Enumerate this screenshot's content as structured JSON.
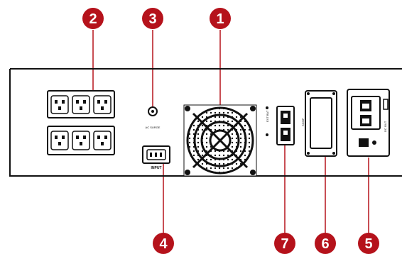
{
  "colors": {
    "marker": "#b5121b",
    "line": "#111111",
    "panel": "#ffffff"
  },
  "callouts": [
    {
      "id": "callout-1",
      "number": "1"
    },
    {
      "id": "callout-2",
      "number": "2"
    },
    {
      "id": "callout-3",
      "number": "3"
    },
    {
      "id": "callout-4",
      "number": "4"
    },
    {
      "id": "callout-5",
      "number": "5"
    },
    {
      "id": "callout-6",
      "number": "6"
    },
    {
      "id": "callout-7",
      "number": "7"
    }
  ],
  "labels": {
    "ac_input": "INPUT",
    "dc_label": "DC OUT",
    "usb_label": "EXT BAT",
    "fuse_label": "AC SURGE",
    "snmp_label": "SNMP"
  }
}
